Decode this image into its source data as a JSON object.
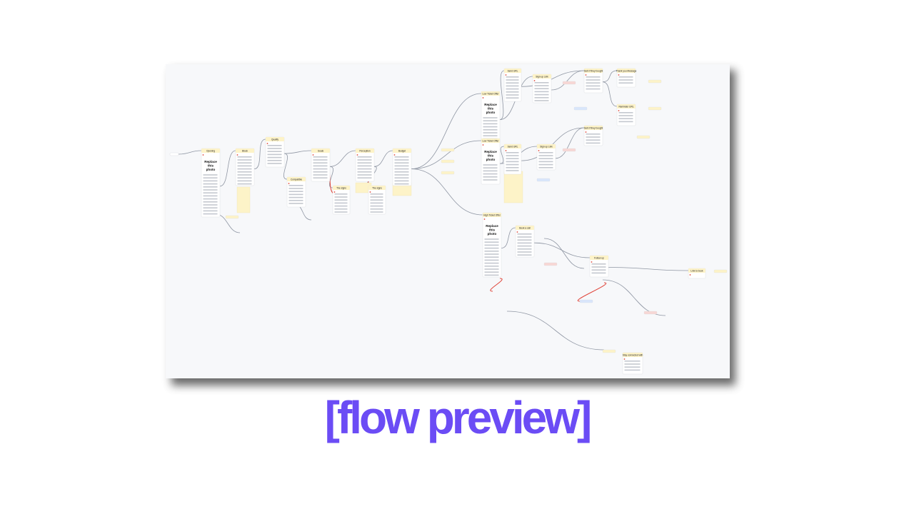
{
  "caption": "[flow preview]",
  "colors": {
    "caption": "#6b4cf5",
    "edge": "#8f96a3",
    "edge_highlight": "#e0453a",
    "node_header": "#fdf3c8",
    "node_body": "#ffffff",
    "node_border": "#d8dbe0",
    "sticky": "#fdf3c8",
    "badge_red": "#f7d7d5",
    "badge_blue": "#d9e6fb"
  },
  "flow": {
    "nodes": [
      {
        "title": "Opening",
        "photo": "Replace this photo"
      },
      {
        "title": "Block"
      },
      {
        "title": "Qualify"
      },
      {
        "title": "Compatible"
      },
      {
        "title": "Goals"
      },
      {
        "title": "The signs"
      },
      {
        "title": "Perception"
      },
      {
        "title": "The signs"
      },
      {
        "title": "Budget"
      },
      {
        "title": "Low Ticket Offer",
        "photo": "Replace this photo"
      },
      {
        "title": "Low Ticket Offer",
        "photo": "Replace this photo"
      },
      {
        "title": "High Ticket Offer",
        "photo": "Replace this photo"
      },
      {
        "title": "Send URL"
      },
      {
        "title": "Sign up Link"
      },
      {
        "title": "Sent if they bought"
      },
      {
        "title": "Thank you Message"
      },
      {
        "title": "Reminder URL"
      },
      {
        "title": "Send URL"
      },
      {
        "title": "Sign up Link"
      },
      {
        "title": "Sent if they bought"
      },
      {
        "title": "Book a call"
      },
      {
        "title": "Follow up"
      },
      {
        "title": "Link to book"
      },
      {
        "title": "Stay connected with"
      }
    ]
  }
}
